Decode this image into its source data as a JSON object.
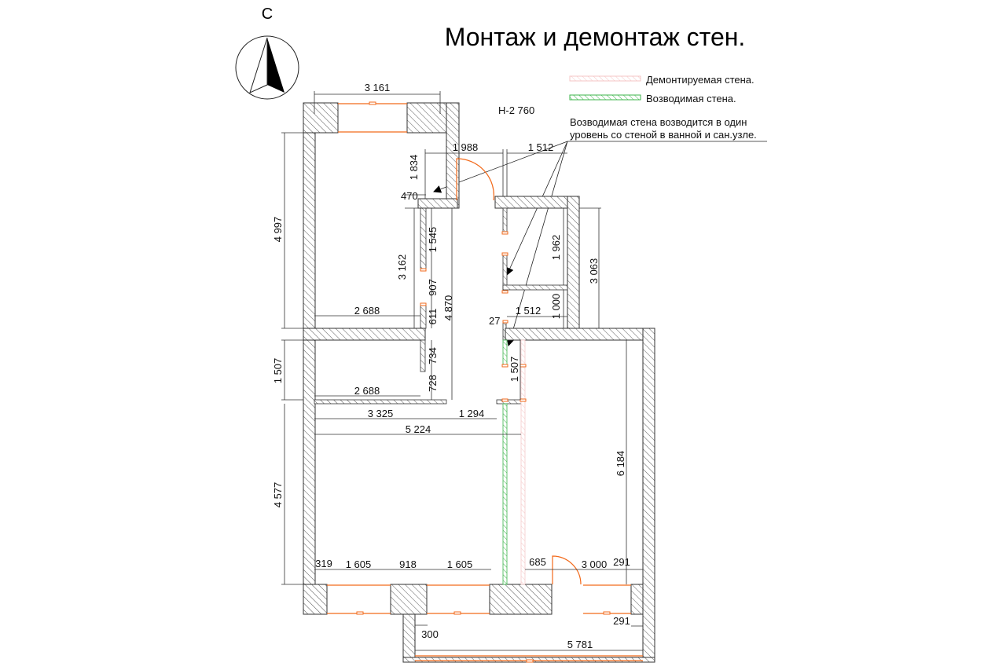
{
  "title": "Монтаж и демонтаж стен.",
  "compass": {
    "north_label": "С"
  },
  "height_label": "Н-2 760",
  "legend": [
    {
      "label": "Демонтируемая стена.",
      "color": "#f4b8b8"
    },
    {
      "label": "Возводимая стена.",
      "color": "#3cb44b"
    }
  ],
  "note": {
    "line1": "Возводимая стена возводится в один",
    "line2": "уровень со стеной в ванной и сан.узле."
  },
  "dimensions": [
    "3 161",
    "1 988",
    "1 512",
    "1 834",
    "470",
    "1 545",
    "3 162",
    "907",
    "4 870",
    "611",
    "2 688",
    "1 962",
    "3 063",
    "1 000",
    "1 512",
    "27",
    "734",
    "728",
    "1 507",
    "2 688",
    "3 325",
    "1 294",
    "5 224",
    "6 184",
    "4 997",
    "1 507",
    "4 577",
    "319",
    "1 605",
    "918",
    "1 605",
    "685",
    "3 000",
    "291",
    "291",
    "300",
    "5 781"
  ],
  "colors": {
    "wall_hatch": "#333333",
    "window": "#f26a1b",
    "new_wall": "#3cb44b",
    "demolished_wall": "#f4b8b8"
  }
}
